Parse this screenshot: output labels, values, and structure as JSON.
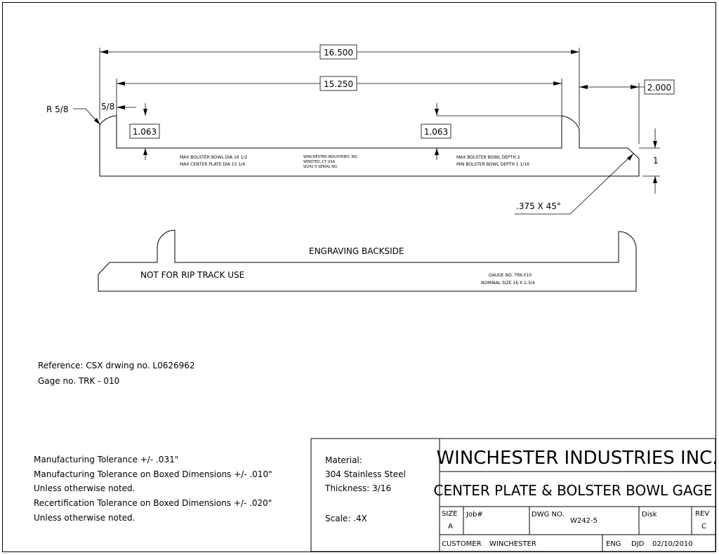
{
  "dimensions": {
    "overall_length": "16.500",
    "inner_length": "15.250",
    "end_width": "2.000",
    "radius_label": "R 5/8",
    "radius_offset": "5/8",
    "left_depth": "1.063",
    "right_depth": "1.063",
    "height": "1",
    "chamfer": ".375 X 45°"
  },
  "top_engraving": {
    "left_line1": "MAX BOLSTER BOWL DIA  16 1/2",
    "left_line2": "MAX CENTER PLATE DIA  15 1/4",
    "mid_line1": "WINCHESTER INDUSTRIES, INC.",
    "mid_line2": "WINSTED, CT  USA",
    "mid_line3": "W242-5 SERIAL NO.",
    "right_line1": "MAX BOLSTER BOWL DEPTH 2",
    "right_line2": "MIN BOLSTER BOWL DEPTH 1 1/16"
  },
  "back_view": {
    "title": "ENGRAVING BACKSIDE",
    "left_text": "NOT FOR RIP TRACK USE",
    "gauge_no": "GAUGE NO. TRK-010",
    "nominal_size": "NOMINAL SIZE  16 X 1-3/4"
  },
  "reference": {
    "line1": "Reference: CSX drwing no. L0626962",
    "line2": "Gage no. TRK - 010"
  },
  "tolerances": [
    "Manufacturing Tolerance +/- .031\"",
    "Manufacturing Tolerance on Boxed Dimensions +/- .010\"",
    "Unless otherwise noted.",
    "Recertification Tolerance on Boxed Dimensions +/- .020\"",
    "Unless otherwise noted."
  ],
  "material": {
    "label": "Material:",
    "value": "304 Stainless Steel",
    "thickness": "Thickness: 3/16",
    "scale": "Scale: .4X"
  },
  "title_block": {
    "company": "WINCHESTER INDUSTRIES INC.",
    "part_name": "CENTER PLATE & BOLSTER BOWL GAGE",
    "size_label": "SIZE",
    "size_value": "A",
    "job_label": "Job#",
    "dwg_label": "DWG NO.",
    "dwg_value": "W242-5",
    "disk_label": "Disk",
    "rev_label": "REV",
    "rev_value": "C",
    "customer_label": "CUSTOMER",
    "customer_value": "WINCHESTER",
    "eng_label": "ENG",
    "eng_value": "DJD",
    "date": "02/10/2010"
  }
}
